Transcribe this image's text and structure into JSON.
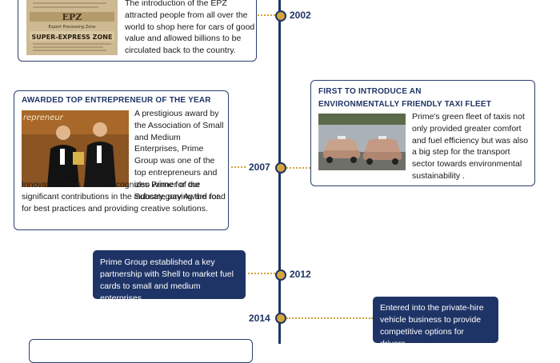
{
  "colors": {
    "navy": "#1f3466",
    "gold": "#d4a63a"
  },
  "timeline": {
    "y2002": {
      "year": "2002",
      "image_text": {
        "logo": "EPZ",
        "line1": "Export Processing Zone",
        "line2": "SUPER-EXPRESS ZONE"
      },
      "text": "The introduction of the EPZ attracted people from all over the world to shop here for cars of good value and allowed billions to be circulated back to the country."
    },
    "y2007_left": {
      "title": "AWARDED TOP ENTREPRENEUR OF THE YEAR",
      "image_text": {
        "caption": "repreneur"
      },
      "text_right": "A prestigious award by the Association of Small and Medium Enterprises, Prime Group was one of the top entrepreneurs and also winner of the Subcategory Award for",
      "text_bottom": "Innovation. This award recognizes Prime for our significant contributions in the industry, paving the road for best practices and providing creative solutions."
    },
    "y2007_right": {
      "title": "FIRST TO INTRODUCE AN ENVIRONMENTALLY FRIENDLY TAXI FLEET",
      "text": "Prime's green fleet of taxis not only provided greater comfort and fuel efficiency but was also a big step for the transport sector towards environmental sustainability ."
    },
    "year2007": "2007",
    "y2012": {
      "year": "2012",
      "text": "Prime Group established a key partnership with Shell to market fuel cards to small and medium enterprises."
    },
    "y2014": {
      "year": "2014",
      "text": "Entered into the private-hire vehicle business to provide competitive options for drivers."
    }
  }
}
